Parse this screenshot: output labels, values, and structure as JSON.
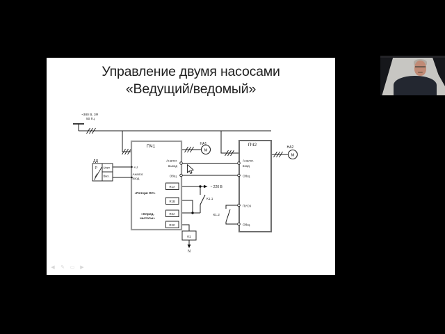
{
  "colors": {
    "background": "#000000",
    "slide": "#ffffff",
    "line": "#1a1a1a"
  },
  "slide": {
    "title_line1": "Управление двумя насосами",
    "title_line2": "«Ведущий/ведомый»",
    "nav": {
      "prev": "◀",
      "pen": "✎",
      "menu": "▭",
      "next": "▶"
    }
  },
  "schematic": {
    "power_label_1": "~380 В, 3Ф",
    "power_label_2": "50 Гц",
    "sensor": {
      "title": "ДД",
      "quantity": "P",
      "supply": "Uпит",
      "output": "Вых."
    },
    "vfd1": {
      "title": "ПЧ1",
      "term_u": "+U",
      "term_analog_in_1": "Аналог.",
      "term_analog_in_2": "вход",
      "term_analog_out_1": "Аналог.",
      "term_analog_out_2": "выход",
      "term_common": "Общ.",
      "relay_loss": "«Потеря ОС»",
      "relay_freq_1": "«Опред.",
      "relay_freq_2": "частоты»",
      "term_r1a": "R1A",
      "term_r1b": "R1B",
      "term_r2a": "R2A",
      "term_r2c": "R2C"
    },
    "vfd2": {
      "title": "ПЧ2",
      "term_analog_in_1": "Аналог.",
      "term_analog_in_2": "вход",
      "term_common_1": "Общ.",
      "term_start": "ПУСК",
      "term_common_2": "Общ."
    },
    "pump1": {
      "label": "НА1",
      "motor": "М"
    },
    "pump2": {
      "label": "НА2",
      "motor": "М"
    },
    "relay": {
      "coil": "К1",
      "contact1": "К1.1",
      "contact2": "К1.2"
    },
    "voltage_aux": "~ 220 В",
    "neutral": "N"
  }
}
